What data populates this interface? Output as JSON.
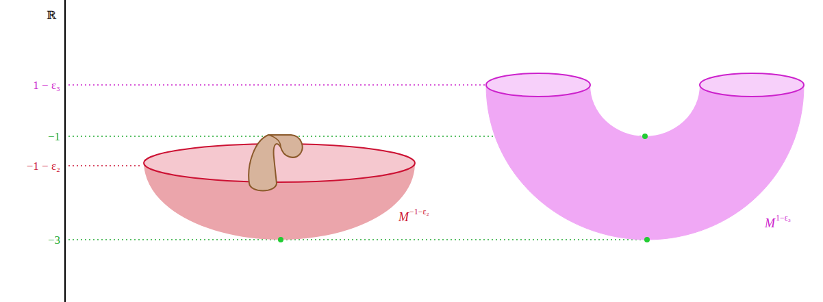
{
  "diagram": {
    "labels": [
      "ℝ",
      "1 − ε₃",
      "−1",
      "−1 − ε₂",
      "−3",
      "M",
      "−1−ε₂",
      "M",
      "1−ε₃"
    ]
  }
}
